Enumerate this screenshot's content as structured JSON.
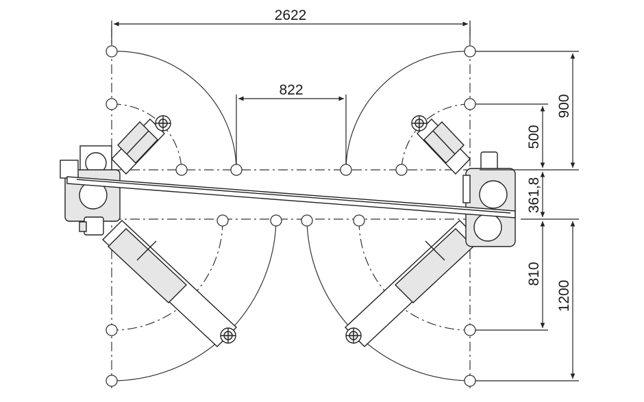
{
  "dimensions": {
    "overall_width": "2622",
    "arm_gap": "822",
    "front_reach_long": "900",
    "front_reach_short": "500",
    "column_offset": "361,8",
    "rear_reach_short": "810",
    "rear_reach_long": "1200"
  },
  "colors": {
    "line": "#222222",
    "body_fill": "#e6e6e6",
    "highlight_fill": "#ffffff"
  }
}
